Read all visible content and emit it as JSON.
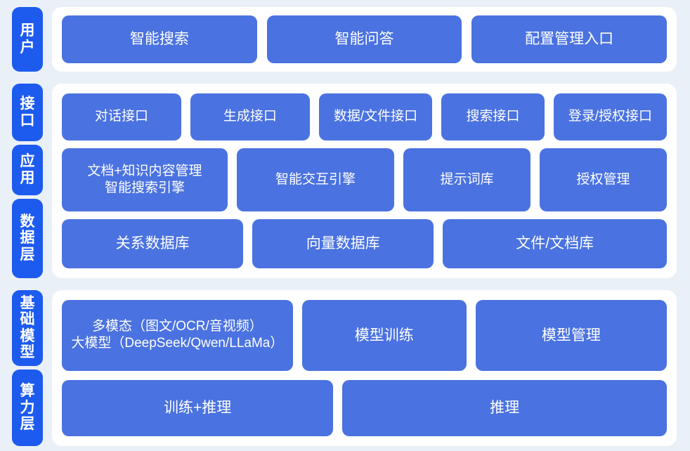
{
  "theme": {
    "page_background": "#eaf0f7",
    "panel_background": "#ffffff",
    "box_blue": "#4a72e0",
    "tab_blue": "#1d5bef",
    "text_color": "#ffffff"
  },
  "groups": [
    {
      "name": "user-layer",
      "tabs": [
        {
          "label": "用户"
        }
      ],
      "rows": [
        {
          "boxes": [
            {
              "label": "智能搜索"
            },
            {
              "label": "智能问答"
            },
            {
              "label": "配置管理入口"
            }
          ]
        }
      ]
    },
    {
      "name": "platform-layer",
      "tabs": [
        {
          "label": "接口"
        },
        {
          "label": "应用"
        },
        {
          "label": "数据层"
        }
      ],
      "rows": [
        {
          "name": "interface-row",
          "boxes": [
            {
              "label": "对话接口"
            },
            {
              "label": "生成接口"
            },
            {
              "label": "数据/文件接口"
            },
            {
              "label": "搜索接口"
            },
            {
              "label": "登录/授权接口"
            }
          ]
        },
        {
          "name": "application-row",
          "boxes": [
            {
              "label": "文档+知识内容管理\n智能搜索引擎"
            },
            {
              "label": "智能交互引擎"
            },
            {
              "label": "提示词库"
            },
            {
              "label": "授权管理"
            }
          ]
        },
        {
          "name": "data-row",
          "boxes": [
            {
              "label": "关系数据库"
            },
            {
              "label": "向量数据库"
            },
            {
              "label": "文件/文档库"
            }
          ]
        }
      ]
    },
    {
      "name": "infrastructure-layer",
      "tabs": [
        {
          "label": "基础模型"
        },
        {
          "label": "算力层"
        }
      ],
      "rows": [
        {
          "name": "model-row",
          "boxes": [
            {
              "label": "多模态（图文/OCR/音视频）\n大模型（DeepSeek/Qwen/LLaMa）"
            },
            {
              "label": "模型训练"
            },
            {
              "label": "模型管理"
            }
          ]
        },
        {
          "name": "compute-row",
          "boxes": [
            {
              "label": "训练+推理"
            },
            {
              "label": "推理"
            }
          ]
        }
      ]
    }
  ]
}
